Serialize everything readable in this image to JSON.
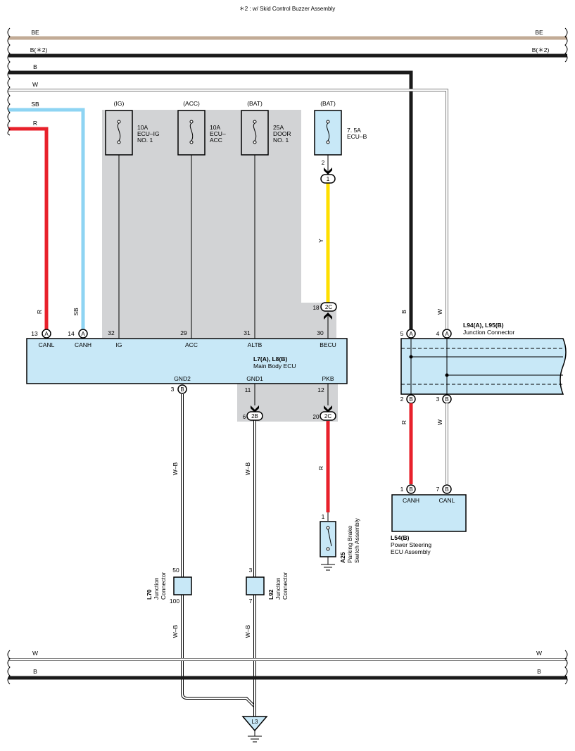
{
  "note": "＊2 : w/ Skid Control Buzzer Assembly",
  "bus_top": {
    "be": "BE",
    "b2": "B(＊2)",
    "b": "B",
    "w": "W",
    "sb": "SB",
    "r": "R"
  },
  "bus_bottom": {
    "w": "W",
    "b": "B"
  },
  "fuses": [
    {
      "source": "(IG)",
      "rating": "10A",
      "name1": "ECU–IG",
      "name2": "NO. 1"
    },
    {
      "source": "(ACC)",
      "rating": "10A",
      "name1": "ECU–",
      "name2": "ACC"
    },
    {
      "source": "(BAT)",
      "rating": "25A",
      "name1": "DOOR",
      "name2": "NO. 1"
    },
    {
      "source": "(BAT)",
      "rating": "7. 5A",
      "name1": "ECU–B",
      "name2": ""
    }
  ],
  "wire_labels": {
    "y": "Y",
    "r_canl": "R",
    "sb_canh": "SB",
    "b_jc": "B",
    "w_jc": "W",
    "r_jc": "R",
    "w_jc2": "W",
    "wb1": "W–B",
    "wb2": "W–B",
    "wb3": "W–B",
    "wb4": "W–B",
    "r_pkb": "R"
  },
  "main_ecu": {
    "code": "L7(A), L8(B)",
    "name": "Main Body ECU",
    "pins_top": [
      {
        "num": "13",
        "conn": "A",
        "label": "CANL"
      },
      {
        "num": "14",
        "conn": "A",
        "label": "CANH"
      },
      {
        "num": "32",
        "conn": "",
        "label": "IG"
      },
      {
        "num": "29",
        "conn": "",
        "label": "ACC"
      },
      {
        "num": "31",
        "conn": "",
        "label": "ALTB"
      },
      {
        "num": "30",
        "conn": "",
        "label": "BECU"
      }
    ],
    "pins_bottom": [
      {
        "num": "3",
        "conn": "B",
        "label": "GND2"
      },
      {
        "num": "11",
        "conn": "",
        "label": "GND1"
      },
      {
        "num": "12",
        "conn": "",
        "label": "PKB"
      }
    ]
  },
  "connectors": {
    "fuse_b_pin": "2",
    "c1": "1",
    "c2c_top_num": "18",
    "c2c_top": "2C",
    "c2b_num": "6",
    "c2b": "2B",
    "c2c_bot_num": "20",
    "c2c_bot": "2C"
  },
  "jc": {
    "code": "L94(A), L95(B)",
    "name": "Junction Connector",
    "pins": [
      {
        "num": "5",
        "conn": "A"
      },
      {
        "num": "4",
        "conn": "A"
      },
      {
        "num": "2",
        "conn": "B"
      },
      {
        "num": "3",
        "conn": "B"
      }
    ]
  },
  "ps_ecu": {
    "code": "L54(B)",
    "name1": "Power Steering",
    "name2": "ECU Assembly",
    "pins": [
      {
        "num": "1",
        "conn": "B",
        "label": "CANH"
      },
      {
        "num": "7",
        "conn": "B",
        "label": "CANL"
      }
    ]
  },
  "a25": {
    "pin": "1",
    "code": "A25",
    "name1": "Parking Brake",
    "name2": "Switch Assembly"
  },
  "l70": {
    "code": "L70",
    "name1": "Junction",
    "name2": "Connector",
    "pin_top": "50",
    "pin_bot": "100"
  },
  "l92": {
    "code": "L92",
    "name1": "Junction",
    "name2": "Connector",
    "pin_top": "3",
    "pin_bot": "7"
  },
  "ground": {
    "label": "L3"
  },
  "colors": {
    "be": "#c2ab96",
    "black": "#1a1a1a",
    "sb": "#8ed4f3",
    "red": "#e8212b",
    "yellow": "#ffdf00",
    "grey": "#d2d3d5",
    "comp": "#c8e8f7"
  }
}
